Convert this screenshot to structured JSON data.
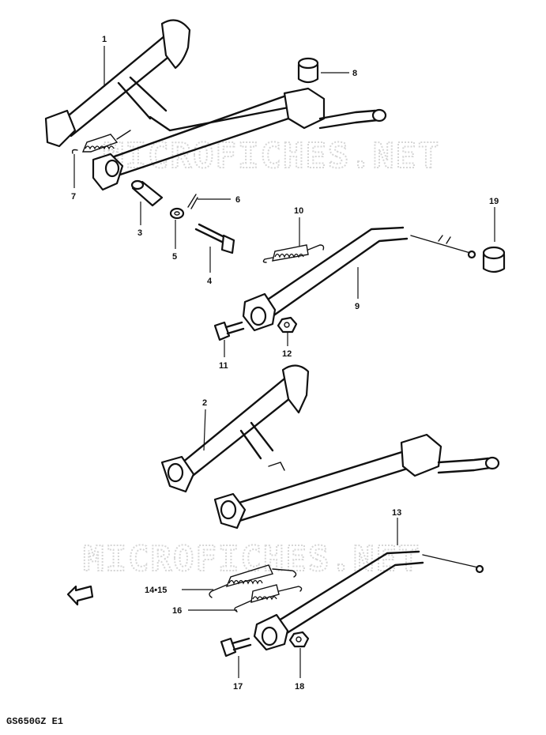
{
  "watermarks": [
    "MICROFICHES.NET",
    "MICROFICHES.NET"
  ],
  "callouts": {
    "c1": "1",
    "c2": "2",
    "c3": "3",
    "c4": "4",
    "c5": "5",
    "c6": "6",
    "c7": "7",
    "c8": "8",
    "c9": "9",
    "c10": "10",
    "c11": "11",
    "c12": "12",
    "c13": "13",
    "c14_15": "14•15",
    "c16": "16",
    "c17": "17",
    "c18": "18",
    "c19": "19"
  },
  "drawing_code": "GS650GZ E1"
}
